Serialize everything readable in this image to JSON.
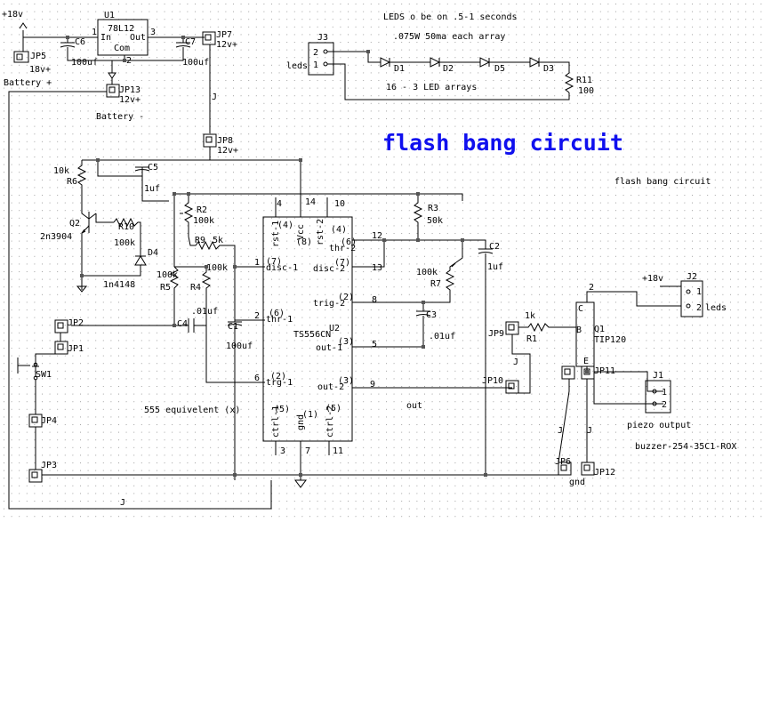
{
  "title": "flash bang circuit",
  "subtitle": "flash bang circuit",
  "notes": {
    "leds_timing": "LEDS o be on .5-1 seconds",
    "power": ".075W  50ma each array",
    "arrays": "16 - 3 LED arrays",
    "equivalent": "555 equivelent (x)",
    "out": "out",
    "piezo": "piezo output",
    "buzzer": "buzzer-254-35C1-ROX"
  },
  "regulator": {
    "ref": "U1",
    "part": "78L12",
    "pin_in": "In",
    "pin_out": "Out",
    "pin_com": "Com",
    "p1": "1",
    "p2": "2",
    "p3": "3"
  },
  "timer": {
    "ref": "U2",
    "part": "TS556CN",
    "pins": {
      "rst1": "rst-1",
      "vcc": "Vcc",
      "rst2": "rst-2",
      "thr2": "thr-2",
      "disc2": "disc-2",
      "disc1": "disc-1",
      "trig2": "trig-2",
      "out1": "out-1",
      "thr1": "thr-1",
      "trg1": "trg-1",
      "out2": "out-2",
      "ctrl1": "ctrl-1",
      "gnd": "gnd",
      "ctrl2": "ctrl-2"
    },
    "pin_numbers": {
      "rst1": "(4)",
      "vcc": "(8)",
      "rst2": "(4)",
      "thr2": "(6)",
      "disc2": "(7)",
      "disc1": "(7)",
      "trig2": "(2)",
      "out1": "(3)",
      "thr1": "(6)",
      "trg1": "(2)",
      "out2": "(3)",
      "ctrl1": "(5)",
      "gnd": "(1)",
      "ctrl2": "(5)"
    },
    "ext_pins": [
      "4",
      "14",
      "10",
      "12",
      "13",
      "1",
      "8",
      "5",
      "2",
      "6",
      "9",
      "3",
      "7",
      "11"
    ]
  },
  "transistors": {
    "q2": {
      "ref": "Q2",
      "part": "2n3904"
    },
    "q1": {
      "ref": "Q1",
      "part": "TIP120",
      "b": "B",
      "c": "C",
      "e": "E"
    }
  },
  "diodes": {
    "d4_ref": "D4",
    "d4_part": "1n4148",
    "led_refs": [
      "D1",
      "D2",
      "D5",
      "D3"
    ]
  },
  "resistors": [
    {
      "ref": "R6",
      "value": "10k"
    },
    {
      "ref": "R10",
      "value": "100k"
    },
    {
      "ref": "R2",
      "value": "100k"
    },
    {
      "ref": "R9",
      "value": "5k"
    },
    {
      "ref": "R5",
      "value": "100k"
    },
    {
      "ref": "R4",
      "value": "100k"
    },
    {
      "ref": "R3",
      "value": "50k"
    },
    {
      "ref": "R7",
      "value": "100k"
    },
    {
      "ref": "R1",
      "value": "1k"
    },
    {
      "ref": "R11",
      "value": "100"
    }
  ],
  "capacitors": [
    {
      "ref": "C6",
      "value": "100uf"
    },
    {
      "ref": "C7",
      "value": "100uf"
    },
    {
      "ref": "C5",
      "value": "1uf"
    },
    {
      "ref": "C4",
      "value": ".01uf"
    },
    {
      "ref": "C1",
      "value": "100uf"
    },
    {
      "ref": "C3",
      "value": ".01uf"
    },
    {
      "ref": "C2",
      "value": "1uf"
    }
  ],
  "jumpers": {
    "jp5": "JP5",
    "jp5_label": "18v+",
    "jp7": "JP7",
    "jp7_label": "12v+",
    "jp13": "JP13",
    "jp13_label": "12v+",
    "jp8": "JP8",
    "jp8_label": "12v+",
    "jp2": "JP2",
    "jp1": "JP1",
    "jp4": "JP4",
    "jp3": "JP3",
    "jp9": "JP9",
    "jp10": "JP10",
    "jp11": "JP11",
    "jp6": "JP6",
    "jp12": "JP12",
    "jp6_label": "gnd"
  },
  "connectors": {
    "j3": "J3",
    "j3_label": "leds",
    "j2": "J2",
    "j2_label": "leds",
    "j1": "J1",
    "pin1": "1",
    "pin2": "2"
  },
  "power": {
    "plus18": "+18v",
    "plus18_j2": "+18v",
    "battery_plus": "Battery +",
    "battery_minus": "Battery -"
  },
  "switch": {
    "ref": "SW1"
  },
  "misc": {
    "j_mark": "J",
    "net2": "2"
  }
}
